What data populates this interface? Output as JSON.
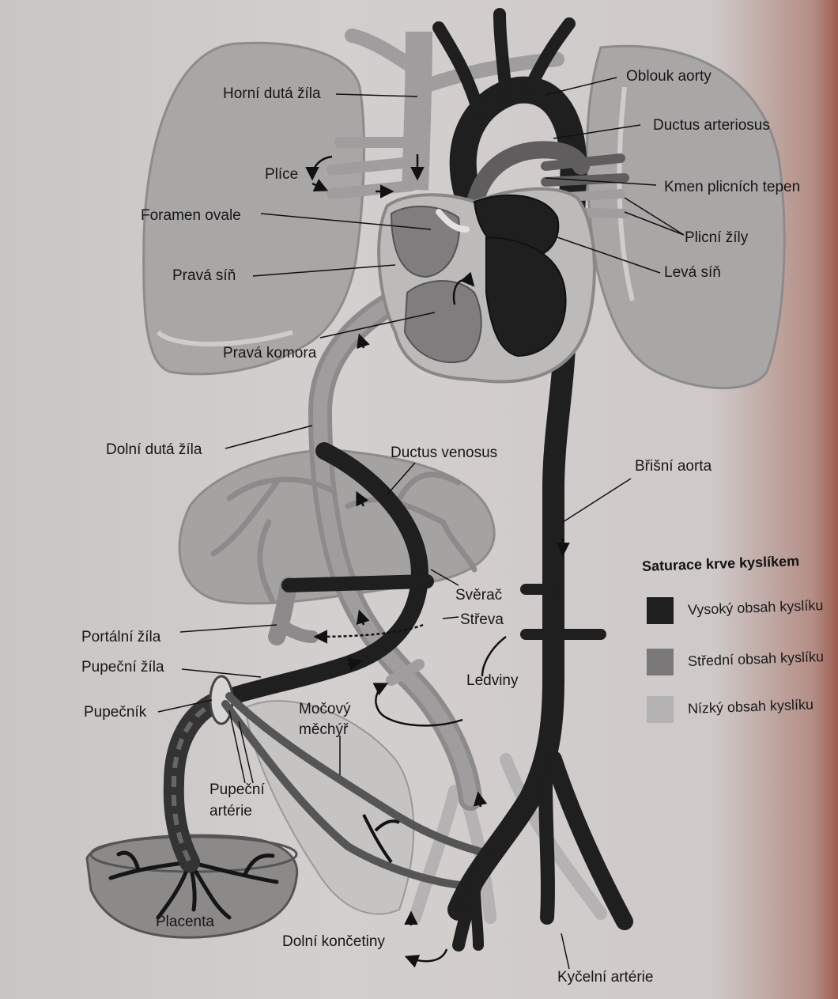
{
  "labels": {
    "horni_duta_zila": "Horní dutá žíla",
    "plice": "Plíce",
    "foramen_ovale": "Foramen ovale",
    "prava_sin": "Pravá síň",
    "prava_komora": "Pravá komora",
    "dolni_duta_zila": "Dolní dutá žíla",
    "portalni_zila": "Portální žíla",
    "pupecni_zila": "Pupeční žíla",
    "pupecnik": "Pupečník",
    "mocovy_mechyr_1": "Močový",
    "mocovy_mechyr_2": "měchýř",
    "pupecni_arterie_1": "Pupeční",
    "pupecni_arterie_2": "artérie",
    "placenta": "Placenta",
    "dolni_koncetiny": "Dolní končetiny",
    "kycelni_arterie": "Kyčelní artérie",
    "oblouk_aorty": "Oblouk aorty",
    "ductus_arteriosus": "Ductus arteriosus",
    "kmen_plicnich_tepen": "Kmen plicních tepen",
    "plicni_zily": "Plicní žíly",
    "leva_sin": "Levá síň",
    "ductus_venosus": "Ductus venosus",
    "brisni_aorta": "Břišní aorta",
    "sverac": "Svěrač",
    "streva": "Střeva",
    "ledviny": "Ledviny"
  },
  "legend": {
    "title": "Saturace krve kyslíkem",
    "items": [
      {
        "label": "Vysoký obsah kyslíku",
        "color": "#1f1f1f"
      },
      {
        "label": "Střední obsah kyslíku",
        "color": "#7a7878"
      },
      {
        "label": "Nízký obsah kyslíku",
        "color": "#b4b2b2"
      }
    ]
  },
  "colors": {
    "high_oxygen": "#1f1f1f",
    "medium_oxygen": "#7a7878",
    "low_oxygen": "#b4b2b2",
    "lung_fill": "#a9a6a6",
    "heart_wall": "#bdbaba"
  }
}
